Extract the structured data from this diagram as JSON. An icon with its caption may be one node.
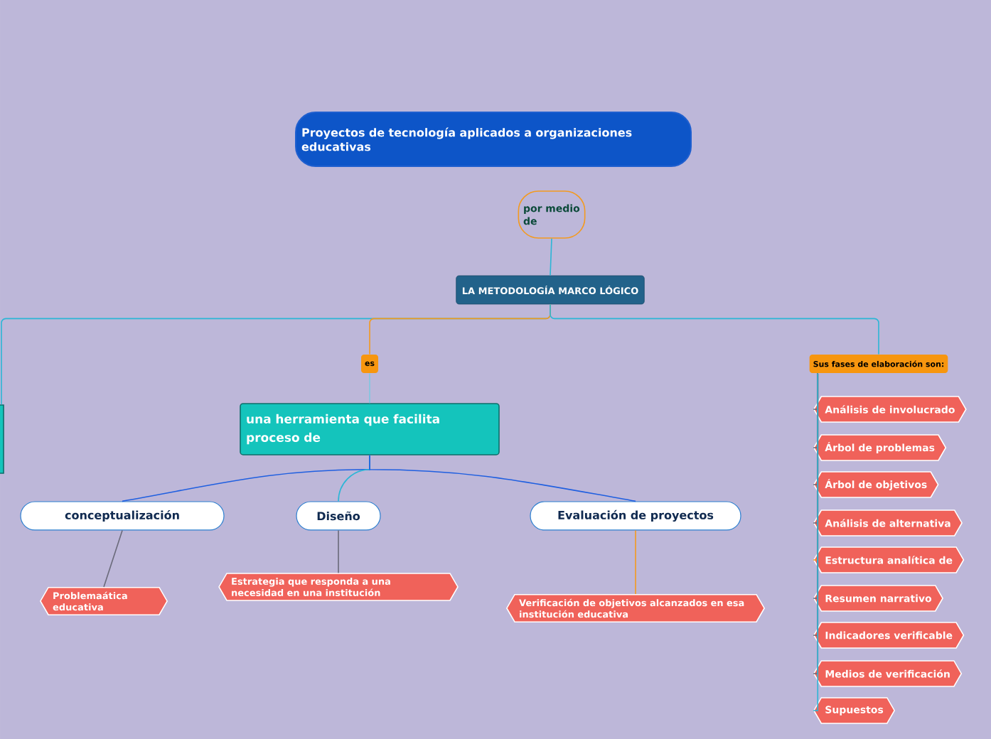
{
  "diagram": {
    "nodes": [
      {
        "text": [
          "Proyectos de tecnología aplicados a organizaciones educativas"
        ]
      },
      {
        "text": [
          "por medio de"
        ]
      },
      {
        "text": [
          "LA METODOLOGÍA MARCO LÓGICO"
        ]
      },
      {
        "text": [],
        "shape": "box"
      },
      {
        "text": [
          "es"
        ]
      },
      {
        "text": [
          "una herramienta que facilita proceso de"
        ]
      },
      {
        "text": [
          "conceptualización"
        ]
      },
      {
        "text": [
          "Diseño"
        ]
      },
      {
        "text": [
          "Evaluación de  proyectos"
        ]
      },
      {
        "text": [
          "Problemaática educativa"
        ]
      },
      {
        "text": [
          "Estrategia que responda a una necesidad en una institución"
        ]
      },
      {
        "text": [
          "Verificación de objetivos alcanzados en esa institución educativa"
        ]
      },
      {
        "text": [
          "Sus fases de elaboración son:"
        ]
      },
      {
        "text": [
          "Análisis de involucrado"
        ]
      },
      {
        "text": [
          "Árbol de problemas"
        ]
      },
      {
        "text": [
          "Árbol de objetivos"
        ]
      },
      {
        "text": [
          "Análisis de alternativa"
        ]
      },
      {
        "text": [
          "Estructura analítica de"
        ]
      },
      {
        "text": [
          "Resumen narrativo"
        ]
      },
      {
        "text": [
          "Indicadores verificable"
        ]
      },
      {
        "text": [
          "Medios de verificación"
        ]
      },
      {
        "text": [
          "Supuestos"
        ]
      }
    ],
    "edges": [
      {
        "from": 1,
        "to": 2,
        "arrow": "none",
        "color": "#2bb6d6"
      },
      {
        "from": 2,
        "to": 3,
        "arrow": "none",
        "color": "#2bb6d6"
      },
      {
        "from": 2,
        "to": 4,
        "arrow": "none",
        "color": "#f39a1f"
      },
      {
        "from": 2,
        "to": 12,
        "arrow": "none",
        "color": "#2bb6d6"
      },
      {
        "from": 4,
        "to": 5,
        "arrow": "none",
        "color": "#7fc8e0"
      },
      {
        "from": 5,
        "to": 6,
        "arrow": "none",
        "color": "#1f5fe0"
      },
      {
        "from": 5,
        "to": 7,
        "arrow": "none",
        "color": "#2bb6d6"
      },
      {
        "from": 5,
        "to": 8,
        "arrow": "none",
        "color": "#1f5fe0"
      },
      {
        "from": 6,
        "to": 9,
        "arrow": "none"
      },
      {
        "from": 7,
        "to": 10,
        "arrow": "none"
      },
      {
        "from": 8,
        "to": 11,
        "arrow": "none",
        "color": "#f39a1f"
      },
      {
        "from": 12,
        "to": 13,
        "arrow": "none"
      },
      {
        "from": 12,
        "to": 14,
        "arrow": "none"
      },
      {
        "from": 12,
        "to": 15,
        "arrow": "none"
      },
      {
        "from": 12,
        "to": 16,
        "arrow": "none"
      },
      {
        "from": 12,
        "to": 17,
        "arrow": "none",
        "color": "#f39a1f"
      },
      {
        "from": 12,
        "to": 18,
        "arrow": "none"
      },
      {
        "from": 12,
        "to": 19,
        "arrow": "none"
      },
      {
        "from": 12,
        "to": 20,
        "arrow": "none"
      },
      {
        "from": 12,
        "to": 21,
        "arrow": "none",
        "color": "#2bb6d6"
      }
    ]
  }
}
